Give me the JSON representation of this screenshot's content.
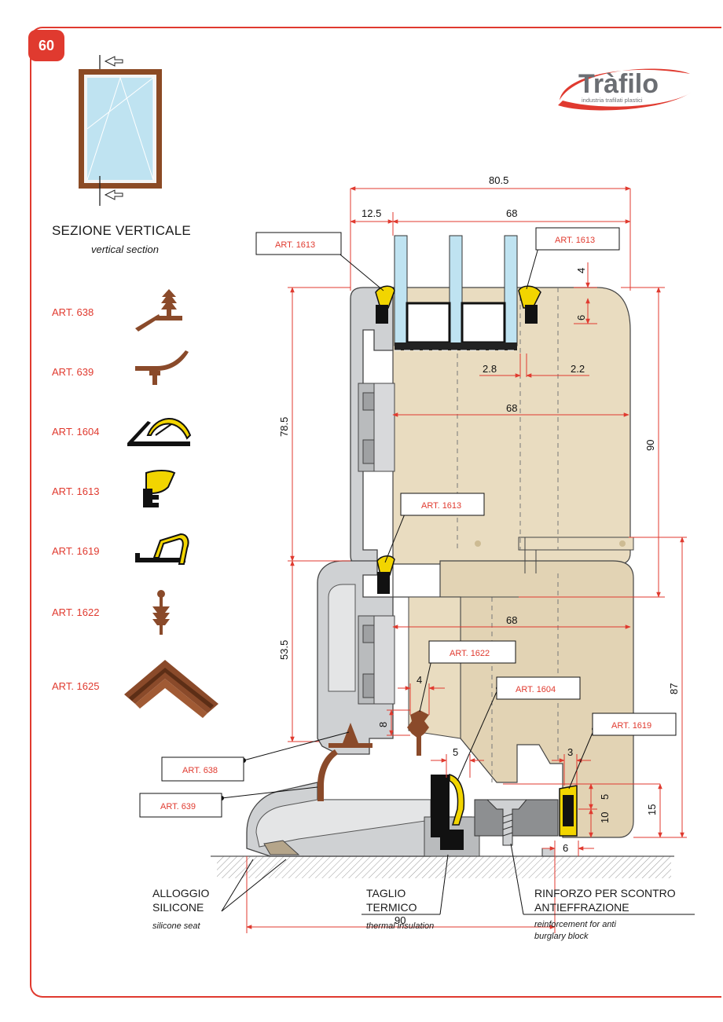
{
  "page": {
    "number": "60"
  },
  "brand": {
    "name": "Tràfilo",
    "tagline": "industria trafilati plastici",
    "color": "#e03a2f"
  },
  "section": {
    "title": "SEZIONE VERTICALE",
    "subtitle": "vertical section"
  },
  "legend": [
    {
      "label": "ART. 638",
      "icon": "art-638-profile-icon"
    },
    {
      "label": "ART. 639",
      "icon": "art-639-profile-icon"
    },
    {
      "label": "ART. 1604",
      "icon": "art-1604-profile-icon"
    },
    {
      "label": "ART. 1613",
      "icon": "art-1613-profile-icon"
    },
    {
      "label": "ART. 1619",
      "icon": "art-1619-profile-icon"
    },
    {
      "label": "ART. 1622",
      "icon": "art-1622-profile-icon"
    },
    {
      "label": "ART. 1625",
      "icon": "art-1625-corner-icon"
    }
  ],
  "callouts": {
    "art1613_a": "ART. 1613",
    "art1613_b": "ART. 1613",
    "art1613_c": "ART. 1613",
    "art1622": "ART. 1622",
    "art1604": "ART. 1604",
    "art1619": "ART. 1619",
    "art638": "ART. 638",
    "art639": "ART. 639"
  },
  "dimensions": {
    "d80_5": "80.5",
    "d12_5": "12.5",
    "d68_top": "68",
    "d4_top": "4",
    "d6_top": "6",
    "d2_8": "2.8",
    "d2_2": "2.2",
    "d68_mid": "68",
    "d78_5": "78.5",
    "d90_right": "90",
    "d68_low": "68",
    "d53_5": "53.5",
    "d87": "87",
    "d4_low": "4",
    "d8": "8",
    "d5_a": "5",
    "d3": "3",
    "d5_b": "5",
    "d15": "15",
    "d10": "10",
    "d6_bottom": "6",
    "d90_bottom": "90"
  },
  "notes": {
    "silicone_title_1": "ALLOGGIO",
    "silicone_title_2": "SILICONE",
    "silicone_sub": "silicone seat",
    "thermal_title_1": "TAGLIO",
    "thermal_title_2": "TERMICO",
    "thermal_sub": "thermal insulation",
    "reinforce_title_1": "RINFORZO PER SCONTRO",
    "reinforce_title_2": "ANTIEFFRAZIONE",
    "reinforce_sub_1": "reinforcement for anti",
    "reinforce_sub_2": "burglary block"
  },
  "colors": {
    "accent": "#e03a2f",
    "wood": "#e9dcc0",
    "aluminium": "#cfd1d3",
    "gasket_brown": "#8a4a2a",
    "gasket_yellow": "#f2d500",
    "glass": "#bfe3f1",
    "window_frame": "#8b4a24"
  }
}
